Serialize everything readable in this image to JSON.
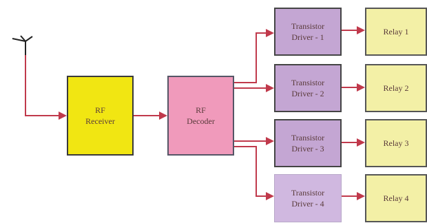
{
  "blocks": {
    "rf_receiver": {
      "line1": "RF",
      "line2": "Receiver"
    },
    "rf_decoder": {
      "line1": "RF",
      "line2": "Decoder"
    },
    "drivers": [
      {
        "line1": "Transistor",
        "line2": "Driver - 1"
      },
      {
        "line1": "Transistor",
        "line2": "Driver - 2"
      },
      {
        "line1": "Transistor",
        "line2": "Driver - 3"
      },
      {
        "line1": "Transistor",
        "line2": "Driver - 4"
      }
    ],
    "relays": [
      "Relay 1",
      "Relay 2",
      "Relay 3",
      "Relay 4"
    ]
  },
  "colors": {
    "wire": "#c0394b",
    "receiver_fill": "#f1e612",
    "decoder_fill": "#f09abb",
    "driver_fill": "#c4a6d3",
    "relay_fill": "#f3f0a6"
  },
  "icons": {
    "antenna": "antenna-icon"
  }
}
